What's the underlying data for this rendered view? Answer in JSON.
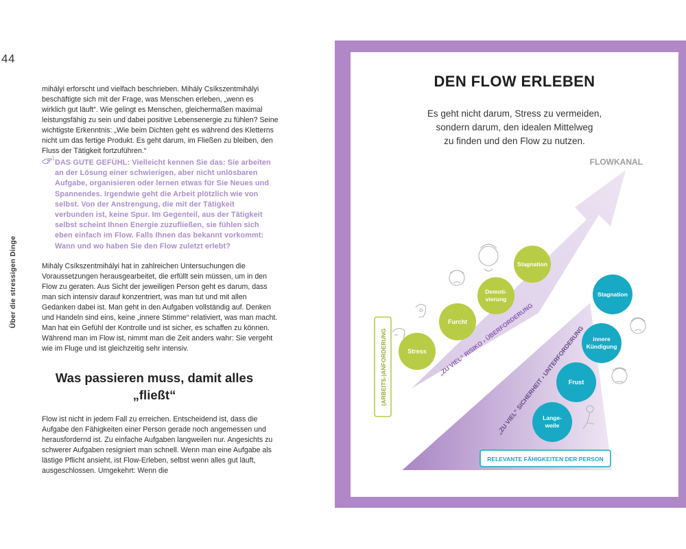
{
  "left_page": {
    "page_number": "44",
    "running_head": "Über die stressigen Dinge",
    "para1": "mihályi erforscht und vielfach beschrieben. Mihály Csíkszentmihályi beschäftigte sich mit der Frage, was Menschen erleben, „wenn es wirklich gut läuft“. Wie gelingt es Menschen, gleichermaßen maximal leistungsfähig zu sein und dabei positive Lebensenergie zu fühlen? Seine wichtigste Erkenntnis: „Wie beim Dichten geht es während des Kletterns nicht um das fertige Produkt. Es geht darum, im Fließen zu bleiben, den Fluss der Tätigkeit fortzuführen.“",
    "tip_icon": "pointing-hand-icon",
    "tip_text": "DAS GUTE GEFÜHL: Vielleicht kennen Sie das: Sie arbeiten an der Lösung einer schwierigen, aber nicht unlösbaren Aufgabe, organisieren oder lernen etwas für Sie Neues und Spannendes. Irgendwie geht die Arbeit plötzlich wie von selbst. Von der Anstrengung, die mit der Tätigkeit verbunden ist, keine Spur. Im Gegenteil, aus der Tätigkeit selbst scheint Ihnen Energie zuzufließen, sie fühlen sich eben einfach im Flow. Falls Ihnen das bekannt vorkommt: Wann und wo haben Sie den Flow zuletzt erlebt?",
    "para2": "Mihály Csíkszentmihályi hat in zahlreichen Untersuchungen die Voraussetzungen herausgearbeitet, die erfüllt sein müssen, um in den Flow zu geraten. Aus Sicht der jeweiligen Person geht es darum, dass man sich intensiv darauf konzentriert, was man tut und mit allen Gedanken dabei ist. Man geht in den Aufgaben vollständig auf. Denken und Handeln sind eins, keine „innere Stimme“ relativiert, was man macht. Man hat ein Gefühl der Kontrolle und ist sicher, es schaffen zu können. Während man im Flow ist, nimmt man die Zeit anders wahr: Sie vergeht wie im Fluge und ist gleichzeitig sehr intensiv.",
    "heading": "Was passieren muss, damit alles „fließt“",
    "para3": "Flow ist nicht in jedem Fall zu erreichen. Entscheidend ist, dass die Aufgabe den Fähigkeiten einer Person gerade noch angemessen und herausfordernd ist. Zu einfache Aufgaben langweilen nur. Angesichts zu schwerer Aufgaben resigniert man schnell. Wenn man eine Aufgabe als lästige Pflicht ansieht, ist Flow-Erleben, selbst wenn alles gut läuft, ausgeschlossen. Umgekehrt: Wenn die"
  },
  "infographic": {
    "title": "DEN FLOW ERLEBEN",
    "subtitle_lines": [
      "Es geht nicht darum, Stress zu vermeiden,",
      "sondern darum, den idealen Mittelweg",
      "zu finden und den Flow zu nutzen."
    ],
    "channel_label": "FLOWKANAL",
    "y_axis_label": "(ARBEITS-)ANFORDERUNG",
    "x_axis_label": "RELEVANTE FÄHIGKEITEN DER PERSON",
    "overload_label": "„ZU VIEL“ RISIKO › ÜBERFORDERUNG",
    "underload_label": "„ZU VIEL“ SICHERHEIT › UNTERFORDERUNG",
    "green_states": [
      {
        "lines": [
          "Stress"
        ]
      },
      {
        "lines": [
          "Furcht"
        ]
      },
      {
        "lines": [
          "Demoti-",
          "vierung"
        ]
      },
      {
        "lines": [
          "Stagnation"
        ]
      }
    ],
    "teal_states": [
      {
        "lines": [
          "Stagnation"
        ]
      },
      {
        "lines": [
          "innere",
          "Kündigung"
        ]
      },
      {
        "lines": [
          "Frust"
        ]
      },
      {
        "lines": [
          "Lange-",
          "weile"
        ]
      }
    ],
    "colors": {
      "frame": "#b088c7",
      "tip_text": "#a98cc9",
      "green": "#b9cc45",
      "teal": "#18a9c4",
      "wedge_dark": "#a886c4",
      "wedge_light": "#ece2f2",
      "arrow": "#e3d6ec"
    }
  }
}
